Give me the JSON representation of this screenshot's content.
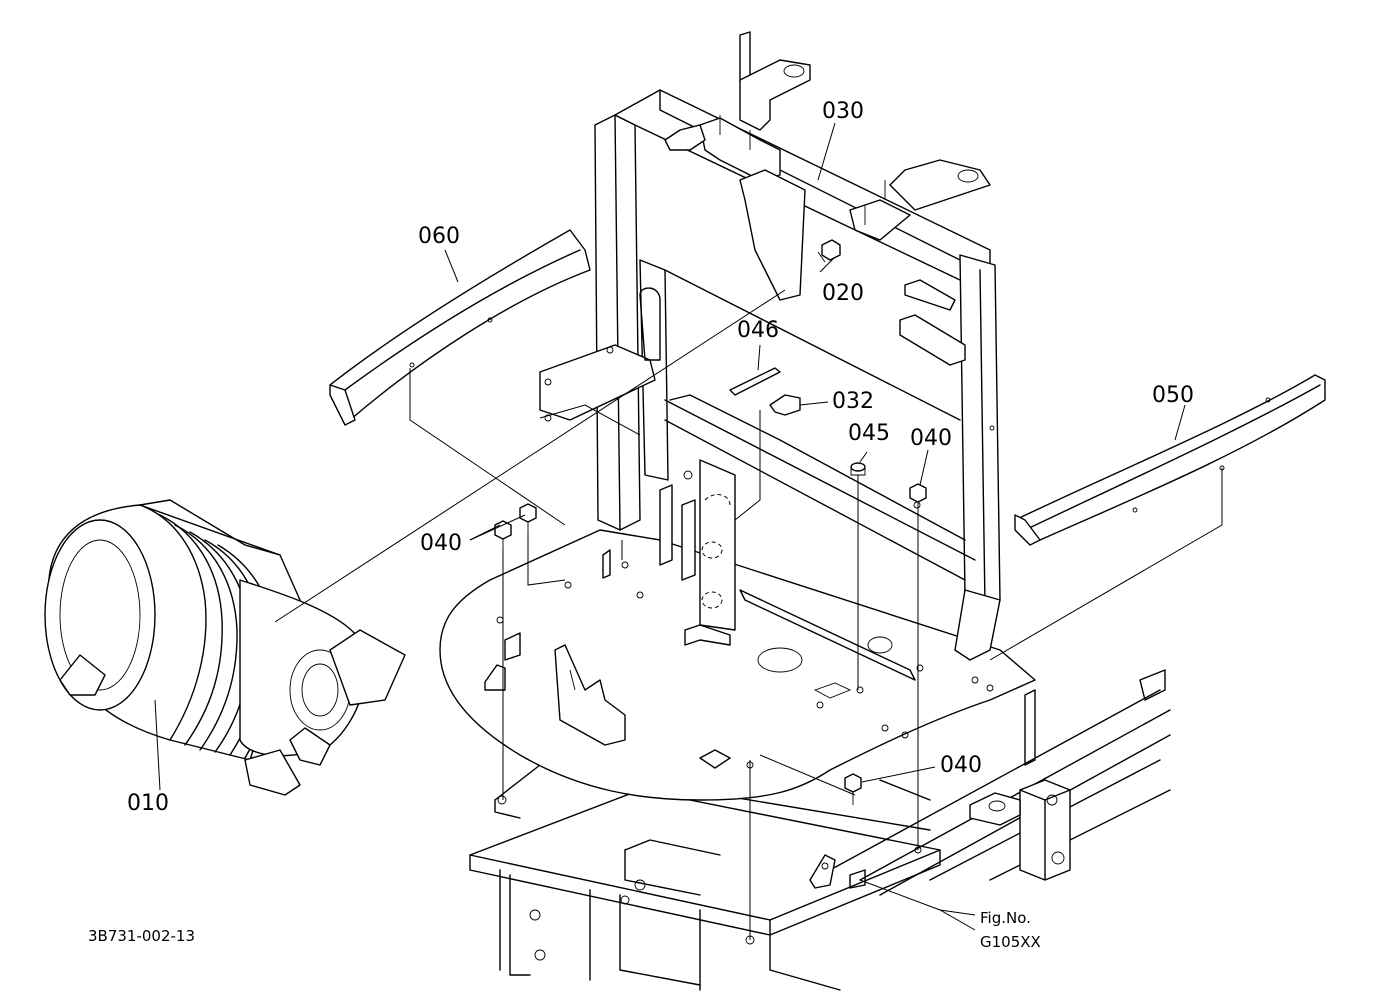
{
  "diagram": {
    "drawing_number": "3B731-002-13",
    "figure_ref_label": "Fig.No.",
    "figure_ref_code": "G105XX",
    "callouts": [
      {
        "id": "c010",
        "text": "010"
      },
      {
        "id": "c020",
        "text": "020"
      },
      {
        "id": "c030",
        "text": "030"
      },
      {
        "id": "c032",
        "text": "032"
      },
      {
        "id": "c040a",
        "text": "040"
      },
      {
        "id": "c040b",
        "text": "040"
      },
      {
        "id": "c040c",
        "text": "040"
      },
      {
        "id": "c045",
        "text": "045"
      },
      {
        "id": "c046",
        "text": "046"
      },
      {
        "id": "c050",
        "text": "050"
      },
      {
        "id": "c060",
        "text": "060"
      }
    ]
  }
}
